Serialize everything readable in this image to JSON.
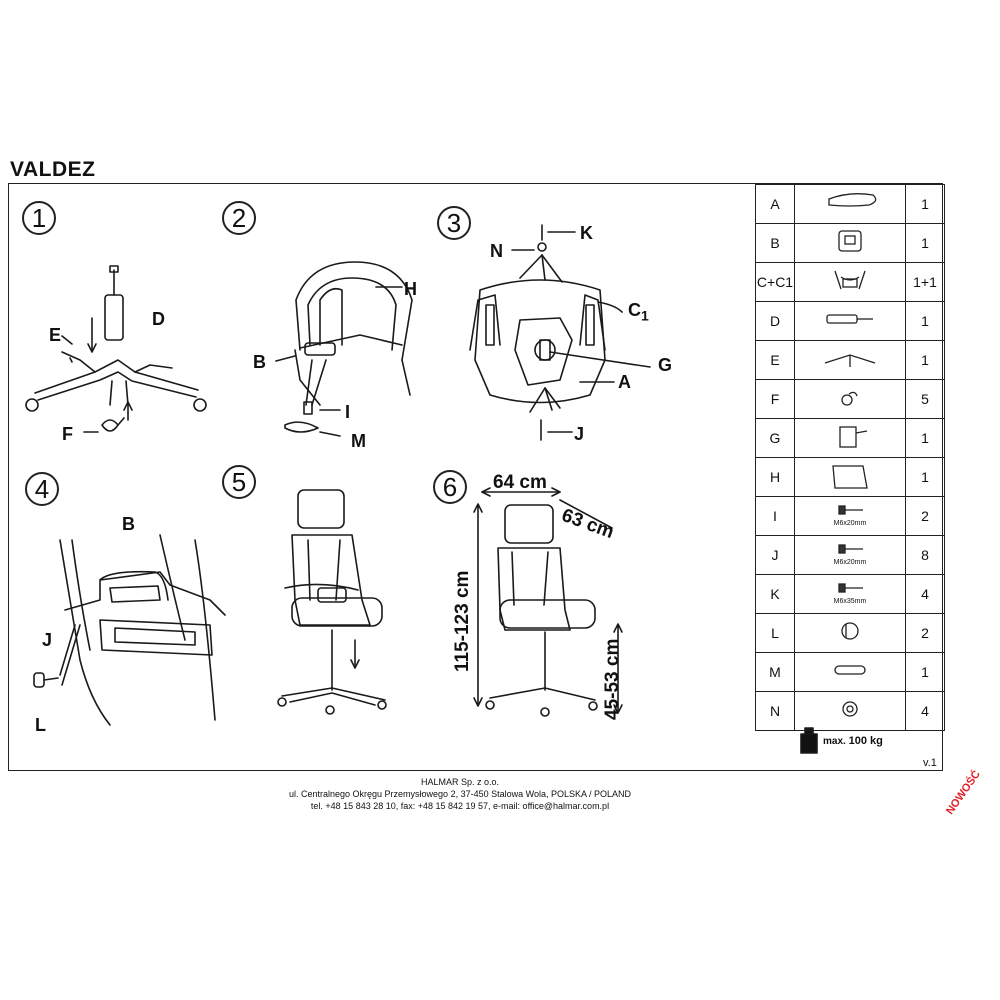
{
  "product": {
    "name": "VALDEZ",
    "version": "v.1"
  },
  "steps": [
    "1",
    "2",
    "3",
    "4",
    "5",
    "6"
  ],
  "labels": {
    "step1": {
      "D": "D",
      "E": "E",
      "F": "F"
    },
    "step2": {
      "H": "H",
      "B": "B",
      "I": "I",
      "M": "M"
    },
    "step3": {
      "K": "K",
      "N": "N",
      "C1": "C",
      "C1_sub": "1",
      "G": "G",
      "A": "A",
      "J": "J"
    },
    "step4": {
      "B": "B",
      "J": "J",
      "L": "L"
    }
  },
  "dimensions": {
    "width": "64 cm",
    "depth": "63 cm",
    "height": "115-123 cm",
    "seat_height": "45-53 cm"
  },
  "parts": [
    {
      "code": "A",
      "qty": "1",
      "icon": "seat-icon"
    },
    {
      "code": "B",
      "qty": "1",
      "icon": "lumbar-support-icon"
    },
    {
      "code": "C+C1",
      "qty": "1+1",
      "icon": "armrests-icon"
    },
    {
      "code": "D",
      "qty": "1",
      "icon": "gas-lift-icon"
    },
    {
      "code": "E",
      "qty": "1",
      "icon": "base-icon"
    },
    {
      "code": "F",
      "qty": "5",
      "icon": "caster-icon"
    },
    {
      "code": "G",
      "qty": "1",
      "icon": "mechanism-icon"
    },
    {
      "code": "H",
      "qty": "1",
      "icon": "backrest-icon"
    },
    {
      "code": "I",
      "qty": "2",
      "icon": "screw-icon",
      "spec": "M6x20mm"
    },
    {
      "code": "J",
      "qty": "8",
      "icon": "screw-icon",
      "spec": "M6x20mm"
    },
    {
      "code": "K",
      "qty": "4",
      "icon": "screw-icon",
      "spec": "M6x35mm"
    },
    {
      "code": "L",
      "qty": "2",
      "icon": "cap-icon"
    },
    {
      "code": "M",
      "qty": "1",
      "icon": "cover-icon"
    },
    {
      "code": "N",
      "qty": "4",
      "icon": "washer-icon"
    }
  ],
  "max_load": {
    "label": "max.",
    "value": "100 kg"
  },
  "footer": {
    "company": "HALMAR Sp. z o.o.",
    "address": "ul. Centralnego Okręgu Przemysłowego 2, 37-450 Stalowa Wola, POLSKA / POLAND",
    "contact": "tel. +48 15 843 28 10, fax: +48 15 842 19 57, e-mail: office@halmar.com.pl"
  },
  "badge": "NOWOŚĆ"
}
